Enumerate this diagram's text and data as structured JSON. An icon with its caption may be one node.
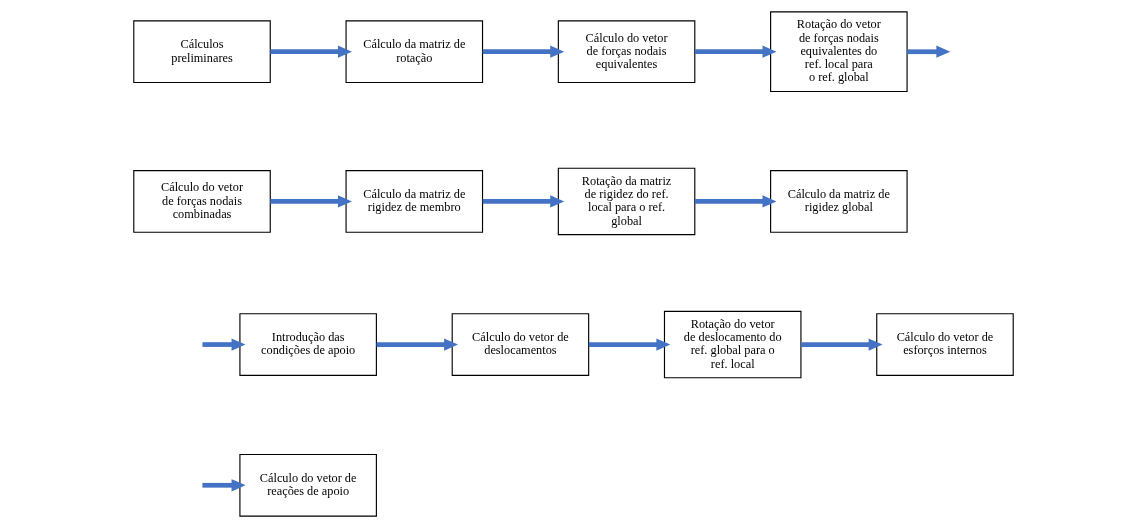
{
  "diagram": {
    "nodes": [
      {
        "text": [
          "Cálculos preliminares"
        ]
      },
      {
        "text": [
          "Cálculo da matriz de rotação"
        ]
      },
      {
        "text": [
          "Cálculo do vetor de forças nodais equivalentes"
        ]
      },
      {
        "text": [
          "Rotação do vetor de forças nodais equivalentes do ref. local para o ref. global"
        ]
      },
      {
        "text": [
          "Cálculo do vetor de forças nodais combinadas"
        ]
      },
      {
        "text": [
          "Cálculo da matriz de rigidez de membro"
        ]
      },
      {
        "text": [
          "Rotação da matriz de rigidez do ref. local para o ref. global"
        ]
      },
      {
        "text": [
          "Cálculo da matriz de rigidez global"
        ]
      },
      {
        "text": [
          "Introdução das condições de apoio"
        ]
      },
      {
        "text": [
          "Cálculo do vetor de deslocamentos"
        ]
      },
      {
        "text": [
          "Rotação do vetor de deslocamento do ref. global para o ref. local"
        ]
      },
      {
        "text": [
          "Cálculo do vetor de esforços internos"
        ]
      },
      {
        "text": [
          "Cálculo do vetor de reações de apoio"
        ]
      }
    ],
    "edges": [
      {
        "from": 0,
        "to": 1,
        "arrow": "to"
      },
      {
        "from": 1,
        "to": 2,
        "arrow": "to"
      },
      {
        "from": 2,
        "to": 3,
        "arrow": "to"
      },
      {
        "from": 3,
        "to": null,
        "arrow": "to"
      },
      {
        "from": 4,
        "to": 5,
        "arrow": "to"
      },
      {
        "from": 5,
        "to": 6,
        "arrow": "to"
      },
      {
        "from": 6,
        "to": 7,
        "arrow": "to"
      },
      {
        "from": null,
        "to": 8,
        "arrow": "to"
      },
      {
        "from": 8,
        "to": 9,
        "arrow": "to"
      },
      {
        "from": 9,
        "to": 10,
        "arrow": "to"
      },
      {
        "from": 10,
        "to": 11,
        "arrow": "to"
      },
      {
        "from": null,
        "to": 12,
        "arrow": "to"
      }
    ]
  }
}
